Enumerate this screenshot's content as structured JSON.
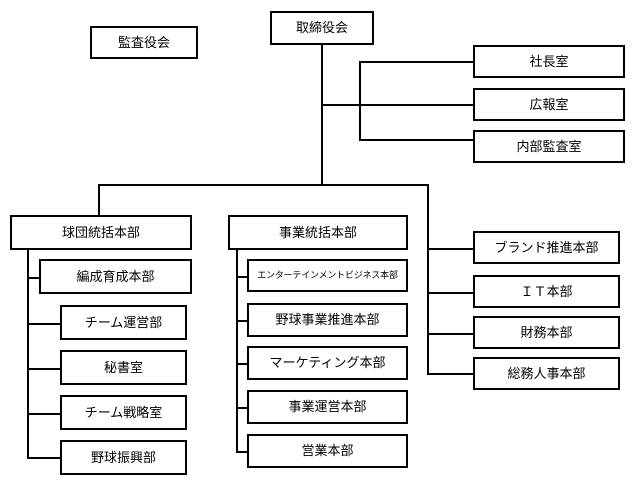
{
  "chart": {
    "type": "org-chart",
    "title": "",
    "language": "ja",
    "colors": {
      "background": "#ffffff",
      "box_border": "#000000",
      "box_fill": "#ffffff",
      "connector": "#000000",
      "text": "#000000"
    },
    "nodes": {
      "audit_board": {
        "label": "監査役会"
      },
      "board_of_directors": {
        "label": "取締役会"
      },
      "presidents_office": {
        "label": "社長室"
      },
      "public_relations_office": {
        "label": "広報室"
      },
      "internal_audit_office": {
        "label": "内部監査室"
      },
      "team_hq": {
        "label": "球団統括本部"
      },
      "business_hq": {
        "label": "事業統括本部"
      },
      "brand_promotion_hq": {
        "label": "ブランド推進本部"
      },
      "it_hq": {
        "label": "ＩＴ本部"
      },
      "finance_hq": {
        "label": "財務本部"
      },
      "general_affairs_hr_hq": {
        "label": "総務人事本部"
      }
    },
    "team_hq_children": [
      {
        "label": "編成育成本部"
      },
      {
        "label": "チーム運営部"
      },
      {
        "label": "秘書室"
      },
      {
        "label": "チーム戦略室"
      },
      {
        "label": "野球振興部"
      }
    ],
    "business_hq_children": [
      {
        "label": "エンターテインメントビジネス本部"
      },
      {
        "label": "野球事業推進本部"
      },
      {
        "label": "マーケティング本部"
      },
      {
        "label": "事業運営本部"
      },
      {
        "label": "営業本部"
      }
    ]
  }
}
